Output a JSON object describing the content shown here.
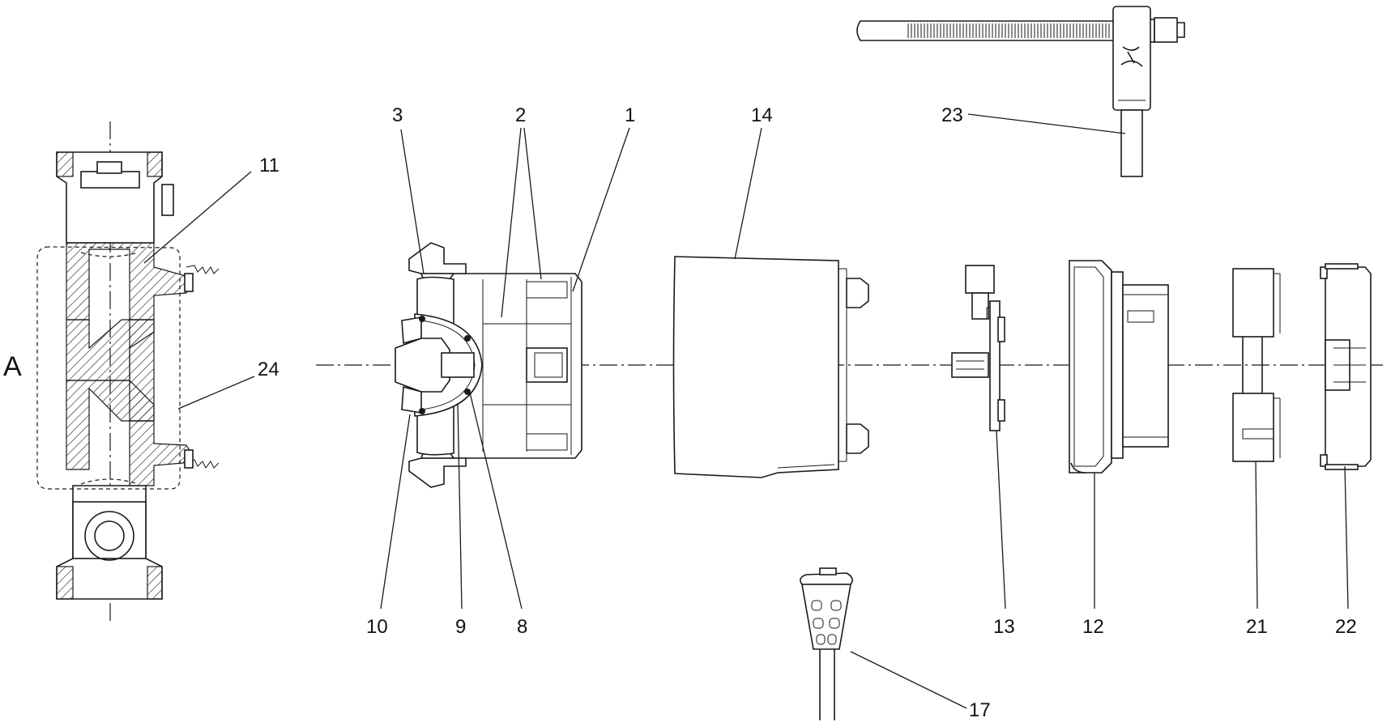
{
  "section_label": "A",
  "callouts": {
    "p1": "1",
    "p2": "2",
    "p3": "3",
    "p8": "8",
    "p9": "9",
    "p10": "10",
    "p11": "11",
    "p12": "12",
    "p13": "13",
    "p14": "14",
    "p17": "17",
    "p21": "21",
    "p22": "22",
    "p23": "23",
    "p24": "24"
  },
  "colors": {
    "ink": "#1a1a1a",
    "background": "#ffffff"
  }
}
